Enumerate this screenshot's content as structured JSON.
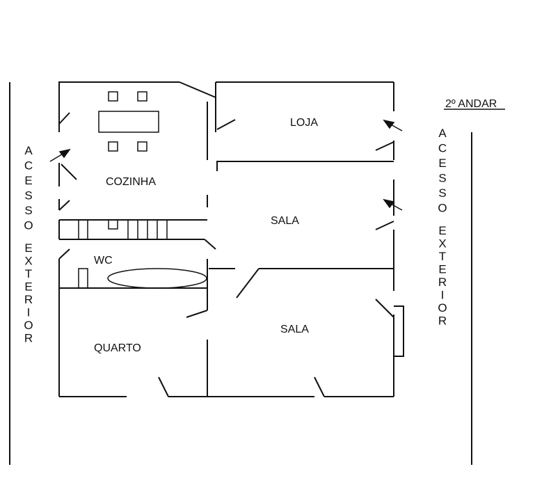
{
  "floor_label": "2º ANDAR",
  "rooms": {
    "loja": "LOJA",
    "cozinha": "COZINHA",
    "sala_top": "SALA",
    "wc": "WC",
    "sala_bottom": "SALA",
    "quarto": "QUARTO"
  },
  "left_access": {
    "line1": "ACESSO",
    "line2": "EXTERIOR"
  },
  "right_access": {
    "line1": "ACESSO",
    "line2": "EXTERIOR"
  }
}
